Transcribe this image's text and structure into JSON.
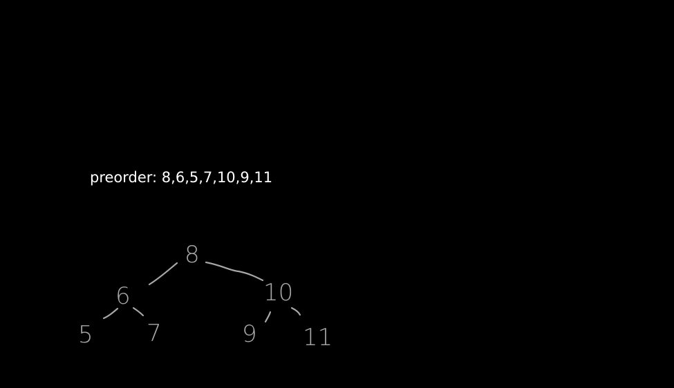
{
  "traversal": {
    "text": "preorder: 8,6,5,7,10,9,11"
  },
  "tree": {
    "root": "8",
    "left": "6",
    "right": "10",
    "left_left": "5",
    "left_right": "7",
    "right_left": "9",
    "right_right": "11"
  },
  "colors": {
    "background": "#000000",
    "text": "#ffffff",
    "ink": "#a8a8a8"
  }
}
